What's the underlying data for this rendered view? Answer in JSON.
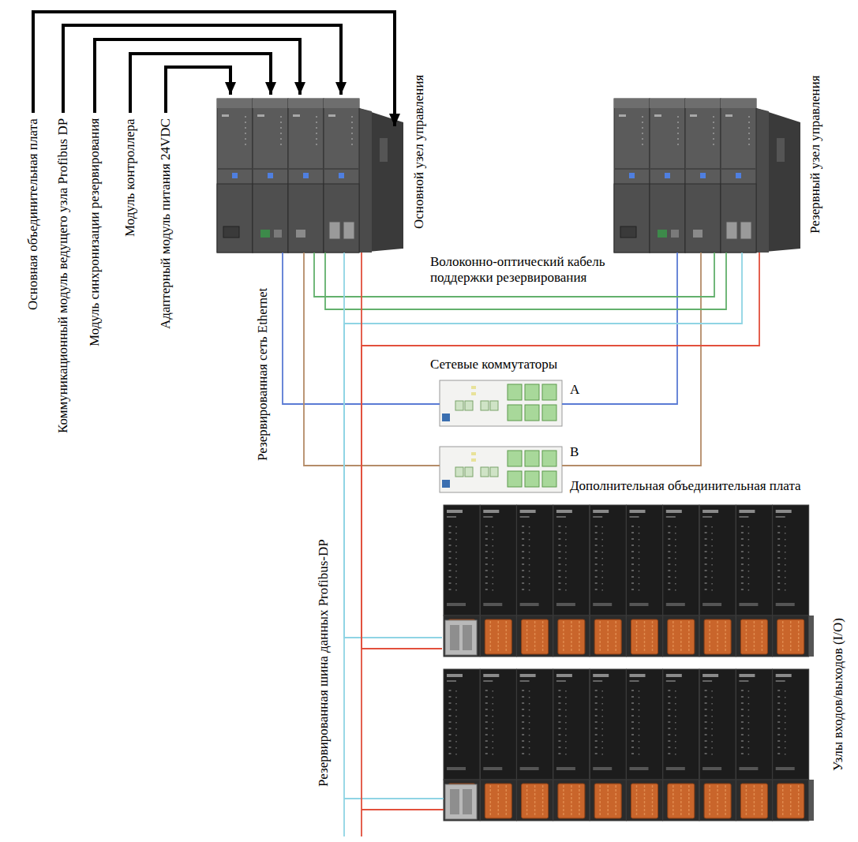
{
  "diagram": {
    "nodes": [
      {
        "text": [
          "Основной узел управления"
        ]
      },
      {
        "text": [
          "Резервный узел управления"
        ]
      },
      {
        "text": [
          "A"
        ]
      },
      {
        "text": [
          "B"
        ]
      },
      {
        "text": [
          "Узлы входов/выходов (I/O)"
        ]
      }
    ],
    "edges": [
      {
        "from": 0,
        "to": 2,
        "arrow": "none"
      },
      {
        "from": 1,
        "to": 2,
        "arrow": "none"
      },
      {
        "from": 0,
        "to": 3,
        "arrow": "none"
      },
      {
        "from": 1,
        "to": 3,
        "arrow": "none"
      },
      {
        "from": 0,
        "to": 1,
        "arrow": "none"
      },
      {
        "from": 0,
        "to": 1,
        "arrow": "none"
      },
      {
        "from": 0,
        "to": 4,
        "arrow": "none"
      },
      {
        "from": 1,
        "to": 4,
        "arrow": "none"
      },
      {
        "from": 0,
        "to": 4,
        "arrow": "none"
      },
      {
        "from": 1,
        "to": 4,
        "arrow": "none"
      }
    ],
    "labels": [
      "Основная объединительная плата",
      "Коммуникационный модуль ведущего узла Profibus DP",
      "Модуль синхронизации резервирования",
      "Модуль контроллера",
      "Адаптерный модуль питания 24VDC",
      "Волоконно-оптический кабель поддержки резервирования",
      "Резервированная сеть Ethernet",
      "Сетевые коммутаторы",
      "Дополнительная объединительная плата",
      "Резервированная шина данных Profibus-DP"
    ]
  }
}
